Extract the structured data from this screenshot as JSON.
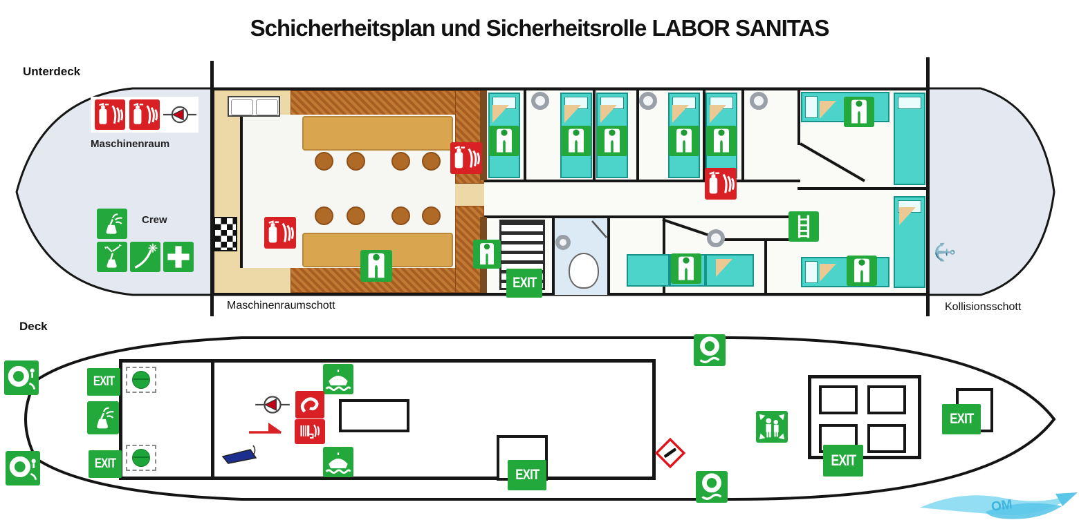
{
  "title": "Schicherheitsplan und Sicherheitsrolle LABOR SANITAS",
  "unterdeck": {
    "label": "Unterdeck",
    "machine_room_label": "Maschinenraum",
    "crew_label": "Crew",
    "aft_bulkhead_label": "Maschinenraumschott",
    "forward_bulkhead_label": "Kollisionsschott"
  },
  "deck": {
    "label": "Deck"
  },
  "signs": {
    "exit": "EXIT"
  },
  "watermark": {
    "text": "OM"
  },
  "icons": {
    "anchor": "⚓",
    "first_aid_cross": "first-aid cross (green/white)",
    "fire_extinguisher": "fire extinguisher pictogram (red/white)",
    "life_jacket": "life jacket pictogram (green/white)",
    "life_raft": "life raft pictogram (green/white)",
    "lifebuoy_with_light": "lifebuoy with light (green/white)",
    "lifebuoy_with_line": "lifebuoy with line (green/white)",
    "muster_point": "assembly / muster point (green/white)",
    "emergency_ladder": "escape ladder (green/white)",
    "rocket_flare": "rocket parachute flare (green/white)",
    "hand_flare": "hand flare / smoke signal (green/white)",
    "fire_hose_reel": "fire hose reel (red/white)",
    "fire_hook": "fire hose hook (red/white)",
    "general_alarm_horn": "general alarm horn symbol",
    "hazard_diamond": "dangerous goods diamond (red/white/black)",
    "liferaft_container": "liferaft container (dashed box, green drum)",
    "gangplank": "gangway plank (blue)"
  },
  "colors": {
    "sign_green": "#23a83c",
    "sign_red": "#d92025",
    "bed_teal": "#4cd4ca",
    "floor_tan": "#ecd9a7",
    "floor_brown": "#b26a2e",
    "table_wood": "#d9a64f",
    "hull_fill": "#e4e8f0",
    "bath_blue": "#dceaf6",
    "line_black": "#161616",
    "watermark_blue": "#7edaee"
  }
}
